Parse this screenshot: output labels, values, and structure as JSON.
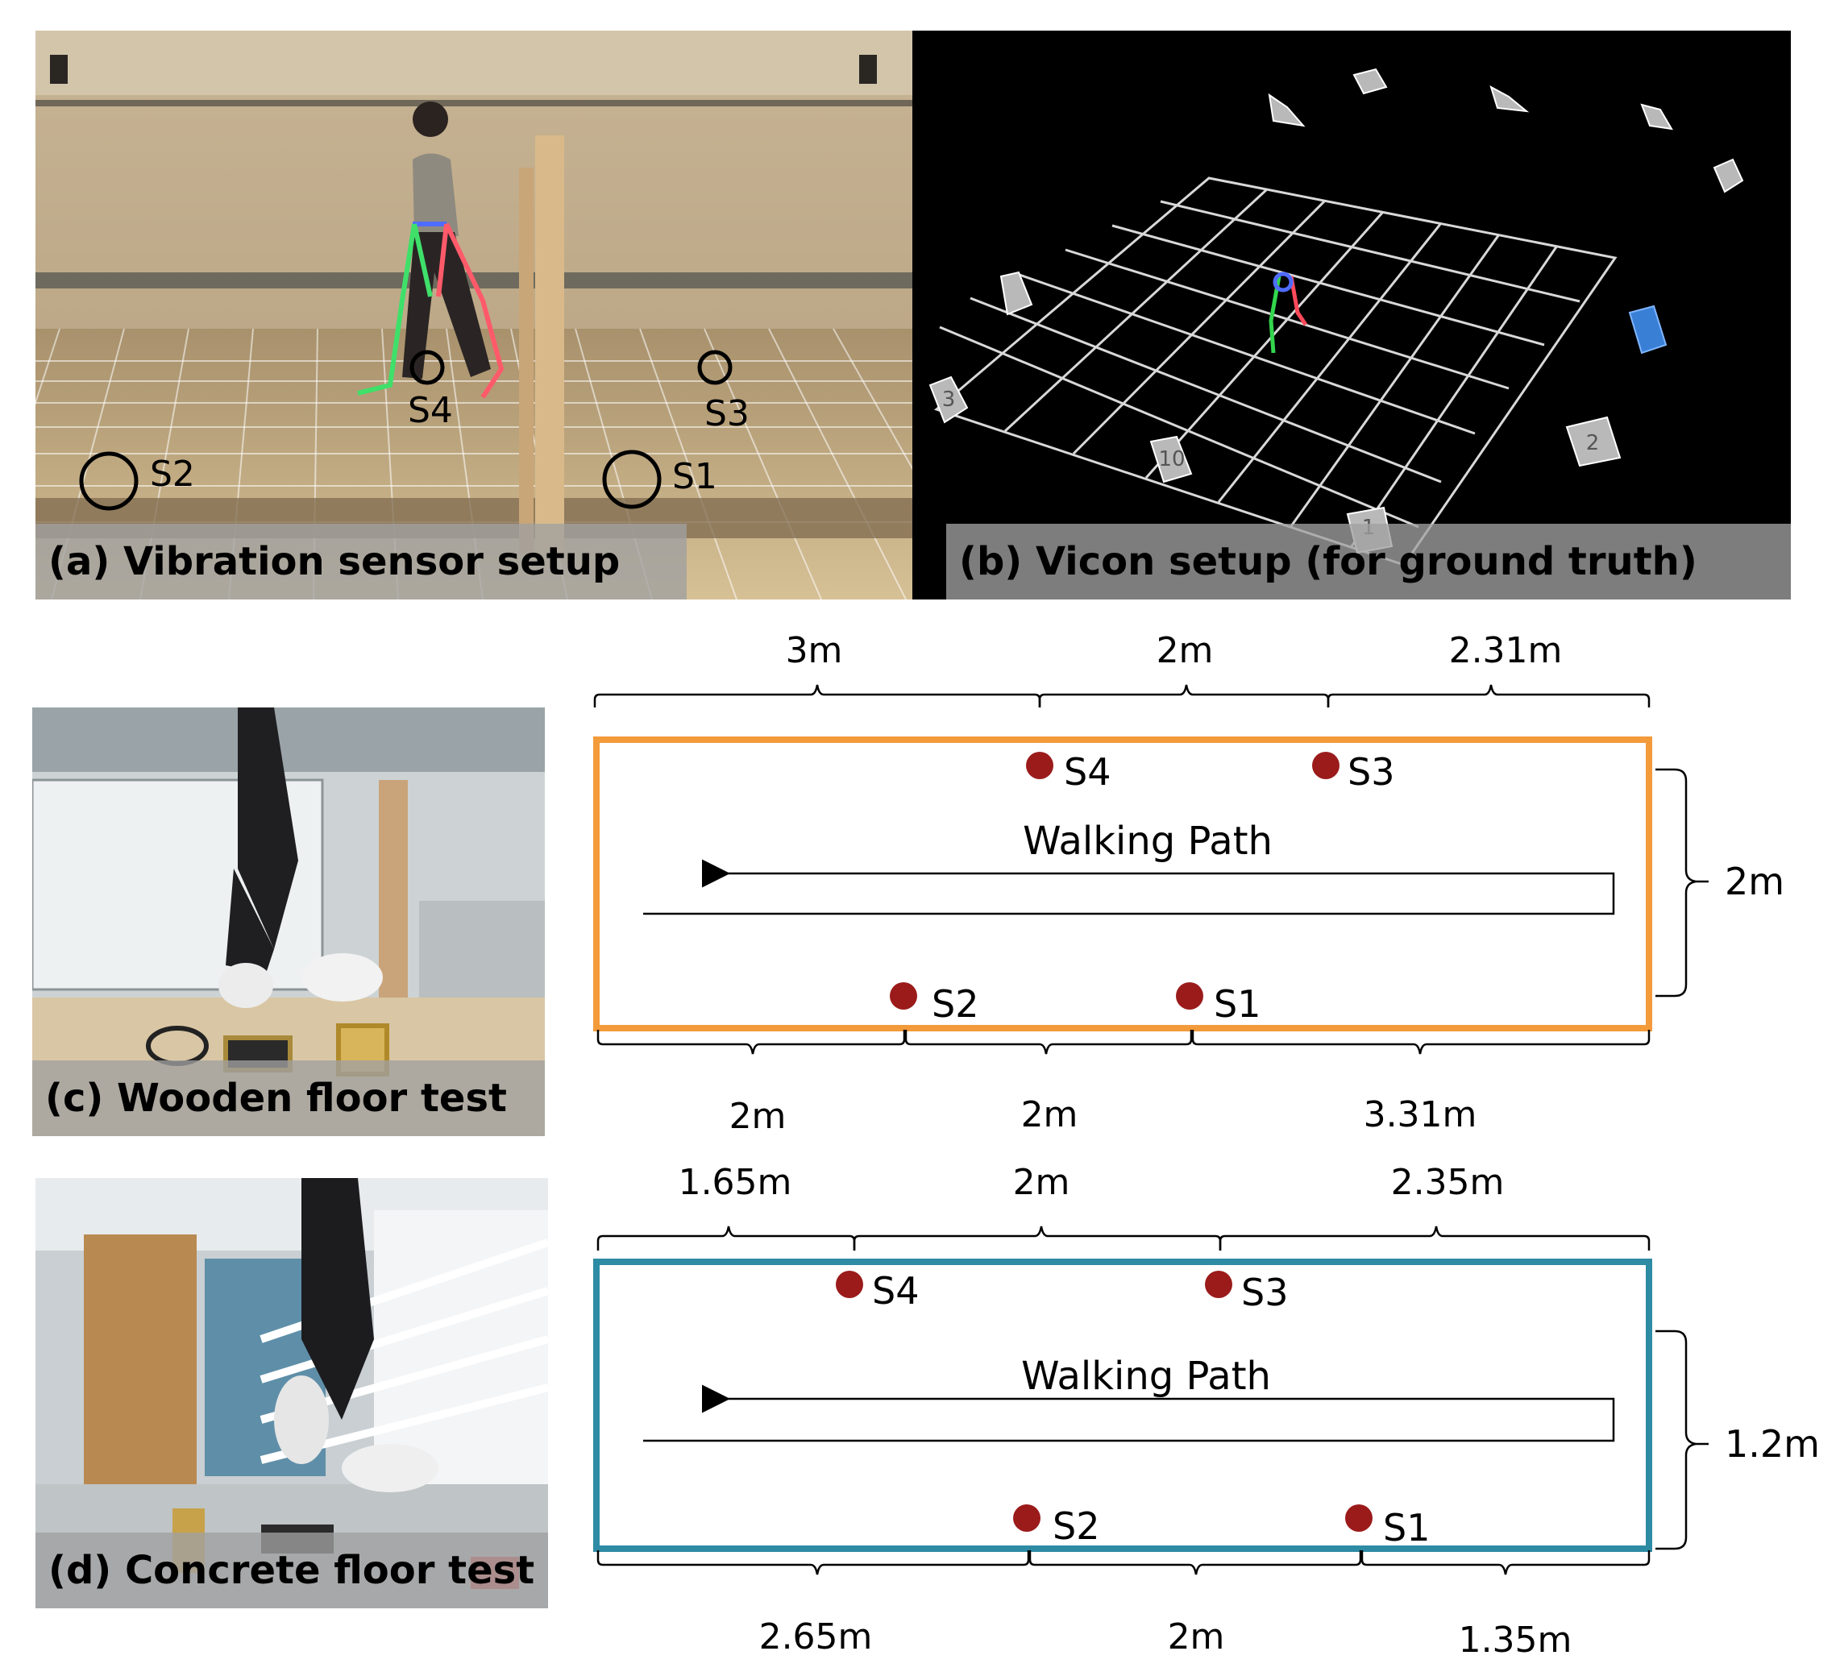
{
  "panels": {
    "a": {
      "caption": "(a) Vibration sensor setup",
      "sensor_labels": [
        "S1",
        "S2",
        "S3",
        "S4"
      ]
    },
    "b": {
      "caption": "(b) Vicon setup (for ground truth)",
      "camera_numbers": [
        "1",
        "2",
        "3",
        "10"
      ]
    },
    "c": {
      "caption": "(c) Wooden floor test"
    },
    "d": {
      "caption": "(d) Concrete floor test"
    }
  },
  "diagrams": {
    "wooden": {
      "border_color": "#F39A3B",
      "top_dims": [
        "3m",
        "2m",
        "2.31m"
      ],
      "bottom_dims": [
        "2m",
        "2m",
        "3.31m"
      ],
      "side_dim": "2m",
      "path_label": "Walking Path",
      "sensors": [
        "S1",
        "S2",
        "S3",
        "S4"
      ]
    },
    "concrete": {
      "border_color": "#2E8BA4",
      "top_dims": [
        "1.65m",
        "2m",
        "2.35m"
      ],
      "bottom_dims": [
        "2.65m",
        "2m",
        "1.35m"
      ],
      "side_dim": "1.2m",
      "path_label": "Walking Path",
      "sensors": [
        "S1",
        "S2",
        "S3",
        "S4"
      ]
    }
  },
  "colors": {
    "sensor_dot": "#9B1B1B",
    "vicon_background": "#000000"
  }
}
